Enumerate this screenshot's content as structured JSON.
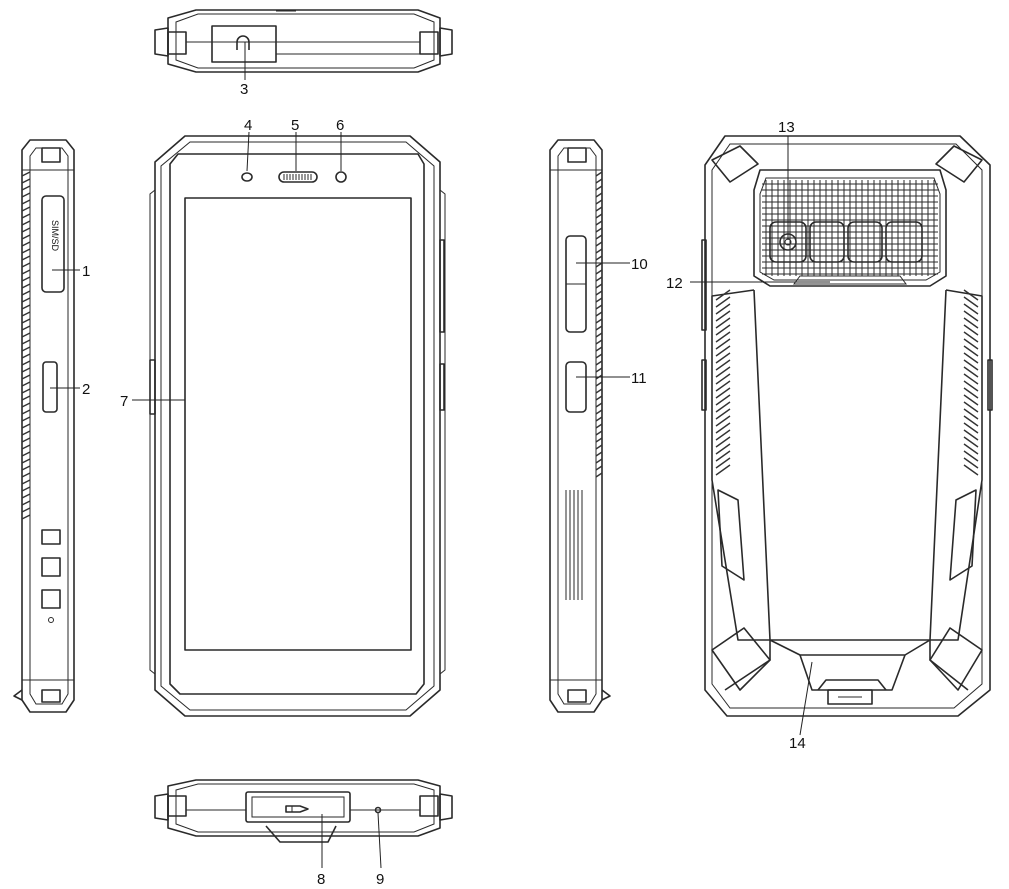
{
  "callouts": {
    "c1": "1",
    "c2": "2",
    "c3": "3",
    "c4": "4",
    "c5": "5",
    "c6": "6",
    "c7": "7",
    "c8": "8",
    "c9": "9",
    "c10": "10",
    "c11": "11",
    "c12": "12",
    "c13": "13",
    "c14": "14"
  },
  "colors": {
    "line": "#2a2a2a",
    "background": "#ffffff"
  }
}
